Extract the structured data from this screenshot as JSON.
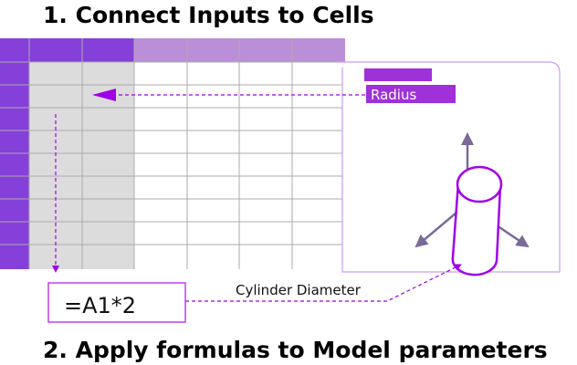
{
  "titles": {
    "step1": "1. Connect Inputs to Cells",
    "step2": "2. Apply formulas to Model parameters"
  },
  "panel": {
    "input_label": "Radius"
  },
  "formula": {
    "value": "=A1*2"
  },
  "connector": {
    "label": "Cylinder Diameter"
  },
  "colors": {
    "accent": "#a030d8",
    "header_dark": "#8440d8",
    "header_light": "#bb8ed8",
    "input_gray": "#dcdcdc",
    "grid": "#b0a8b0",
    "gizmo": "#7a6a98"
  }
}
